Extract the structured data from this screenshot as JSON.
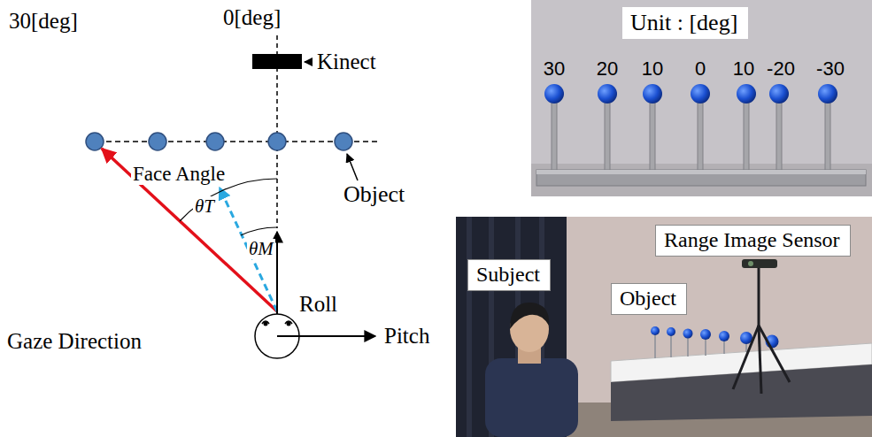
{
  "diagram": {
    "nodes": [
      {
        "text": [
          "Unit : [deg]"
        ]
      },
      {
        "text": [
          "Range Image Sensor"
        ]
      },
      {
        "text": [
          "Subject"
        ]
      },
      {
        "text": [
          "Object"
        ]
      }
    ],
    "labels": [
      "0[deg]",
      "30[deg]",
      "Kinect",
      "Object",
      "Face Angle",
      "θT",
      "θM",
      "Roll",
      "Gaze Direction",
      "Pitch",
      "30",
      "20",
      "10",
      "0",
      "10",
      "-20",
      "-30"
    ]
  }
}
